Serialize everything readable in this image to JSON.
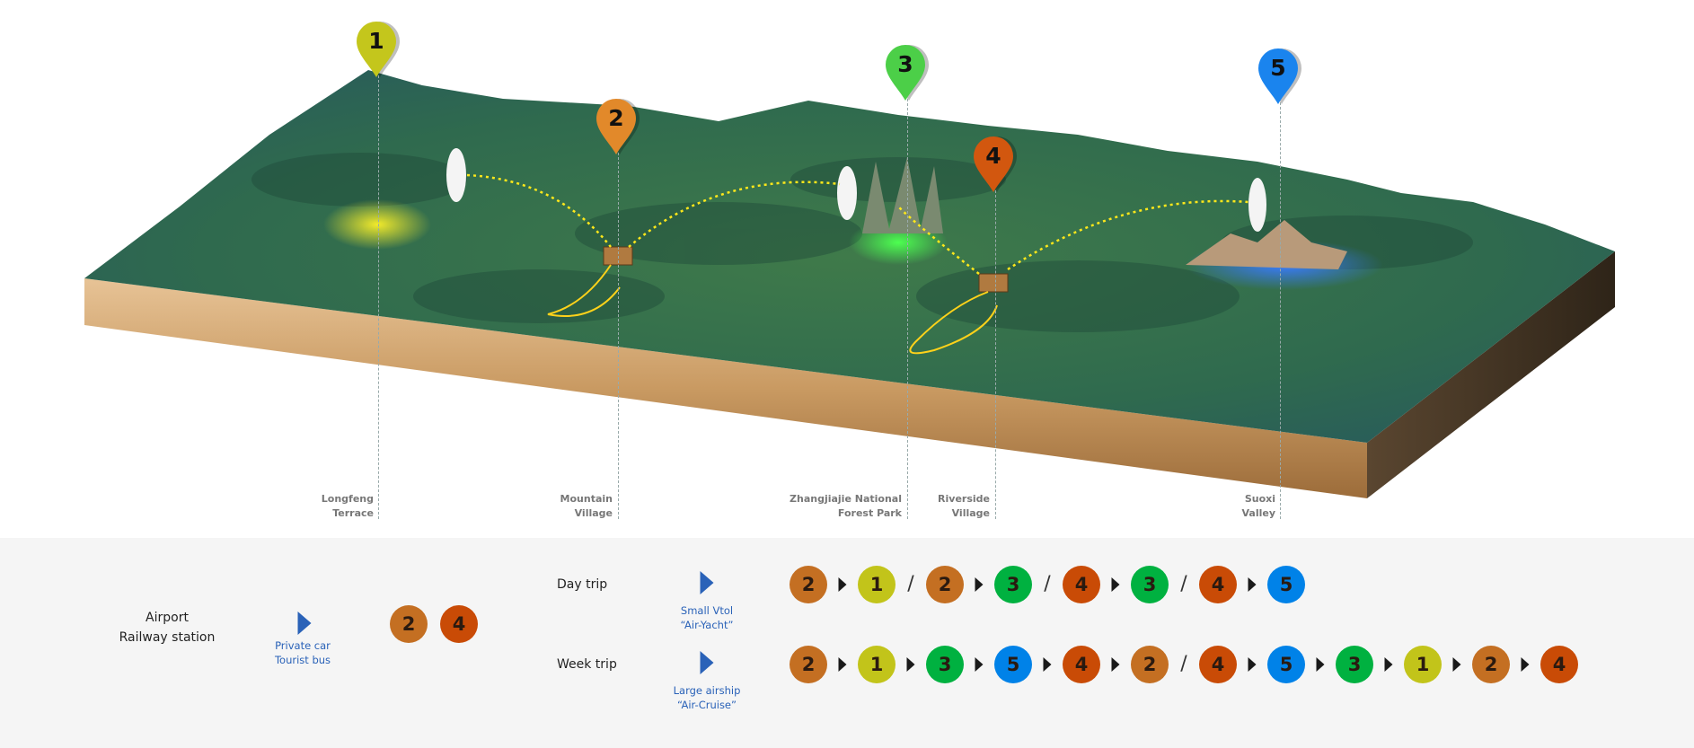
{
  "pins": [
    {
      "num": "1",
      "color": "#c4c61c",
      "name": "Longfeng Terrace",
      "label": [
        "Longfeng",
        "Terrace"
      ]
    },
    {
      "num": "2",
      "color": "#e2892a",
      "name": "Mountain Village",
      "label": [
        "Mountain",
        "Village"
      ]
    },
    {
      "num": "3",
      "color": "#4ccf48",
      "name": "Zhangjiajie National Forest Park",
      "label": [
        "Zhangjiajie National",
        "Forest Park"
      ]
    },
    {
      "num": "4",
      "color": "#d2570f",
      "name": "Riverside Village",
      "label": [
        "Riverside",
        "Village"
      ]
    },
    {
      "num": "5",
      "color": "#1a84ee",
      "name": "Suoxi Valley",
      "label": [
        "Suoxi",
        "Valley"
      ]
    }
  ],
  "stop_colors": {
    "1": "#c2c41a",
    "2": "#c46f22",
    "3": "#00b140",
    "4": "#c94b06",
    "5": "#0082e8"
  },
  "start": {
    "line1": "Airport",
    "line2": "Railway station"
  },
  "ground_transport": {
    "line1": "Private car",
    "line2": "Tourist bus"
  },
  "entry_points": [
    "2",
    "4"
  ],
  "trips": [
    {
      "label": "Day trip",
      "vehicle1": "Small Vtol",
      "vehicle2": "“Air-Yacht”",
      "route": [
        "2",
        ">",
        "1",
        "/",
        "2",
        ">",
        "3",
        "/",
        "4",
        ">",
        "3",
        "/",
        "4",
        ">",
        "5"
      ]
    },
    {
      "label": "Week trip",
      "vehicle1": "Large airship",
      "vehicle2": "“Air-Cruise”",
      "route": [
        "2",
        ">",
        "1",
        ">",
        "3",
        ">",
        "5",
        ">",
        "4",
        ">",
        "2",
        "/",
        "4",
        ">",
        "5",
        ">",
        "3",
        ">",
        "1",
        ">",
        "2",
        ">",
        "4"
      ]
    }
  ]
}
